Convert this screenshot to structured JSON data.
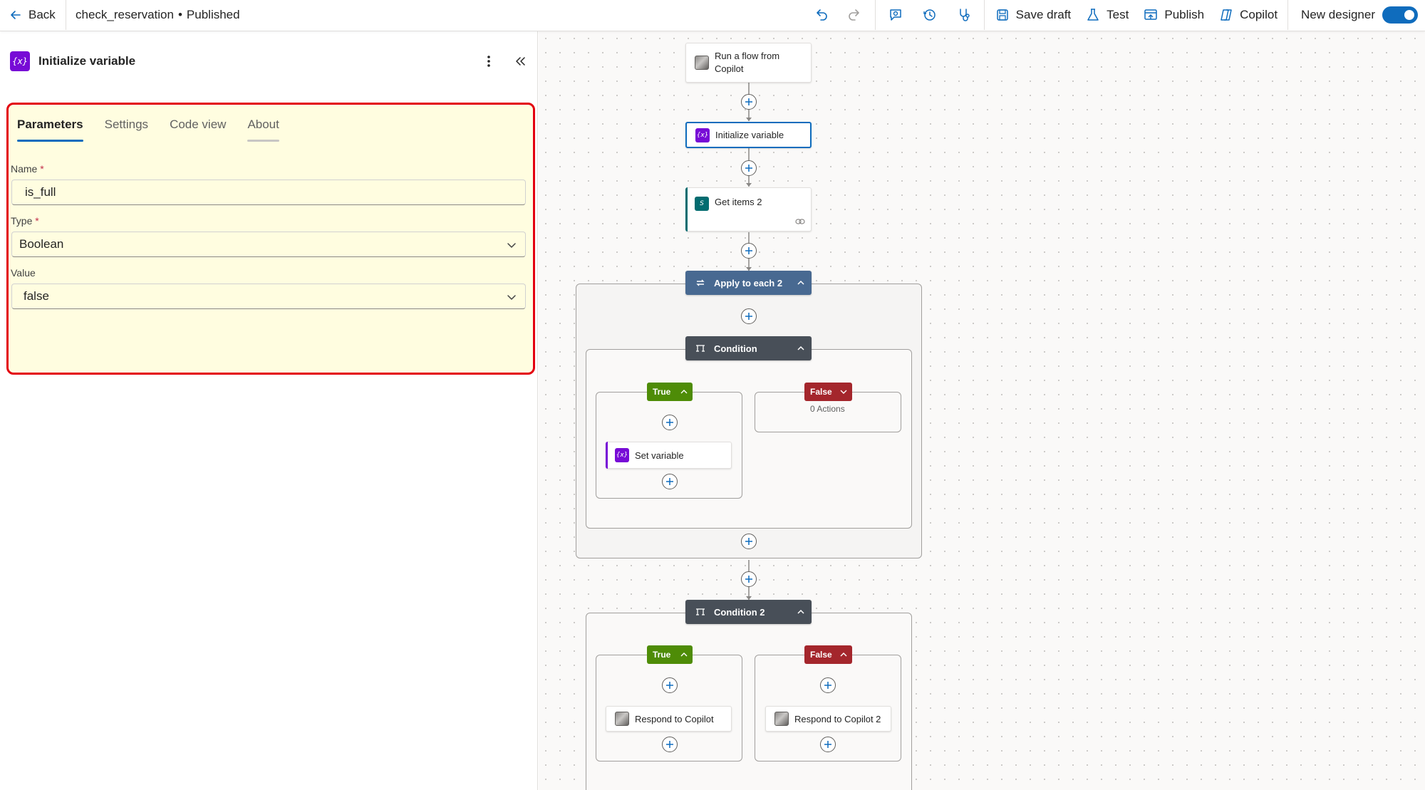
{
  "topbar": {
    "back_label": "Back",
    "flow_name": "check_reservation",
    "separator": "•",
    "flow_status": "Published",
    "save_draft_label": "Save draft",
    "test_label": "Test",
    "publish_label": "Publish",
    "copilot_label": "Copilot",
    "new_designer_label": "New designer",
    "new_designer_enabled": true
  },
  "panel": {
    "title": "Initialize variable",
    "icon_glyph": "{x}",
    "tabs": [
      {
        "label": "Parameters",
        "active": true
      },
      {
        "label": "Settings",
        "active": false
      },
      {
        "label": "Code view",
        "active": false
      },
      {
        "label": "About",
        "active": false
      }
    ],
    "fields": {
      "name_label": "Name",
      "name_value": "is_full",
      "type_label": "Type",
      "type_value": "Boolean",
      "value_label": "Value",
      "value_value": "false",
      "required_marker": "*"
    }
  },
  "canvas": {
    "trigger_label_line1": "Run a flow from",
    "trigger_label_line2": "Copilot",
    "init_variable_label": "Initialize variable",
    "get_items_label": "Get items 2",
    "apply_each_label": "Apply to each 2",
    "condition_label": "Condition",
    "true_label": "True",
    "false_label": "False",
    "zero_actions_label": "0 Actions",
    "set_variable_label": "Set variable",
    "condition2_label": "Condition 2",
    "respond_label": "Respond to Copilot",
    "respond2_label": "Respond to Copilot 2"
  },
  "colors": {
    "accent": "#0f6cbd",
    "variable_purple": "#770bd6",
    "sharepoint_teal": "#036c70",
    "loop_blue": "#486991",
    "condition_gray": "#484f58",
    "true_green": "#4e8c07",
    "false_red": "#a4262c",
    "highlight_border": "#e3000f",
    "highlight_fill": "#fffde0"
  }
}
